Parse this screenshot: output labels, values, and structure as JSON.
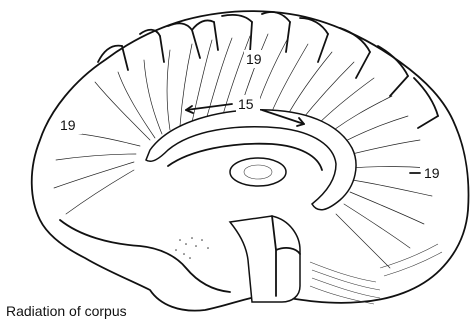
{
  "figure": {
    "labels": [
      {
        "id": "label-19-top",
        "text": "19"
      },
      {
        "id": "label-15",
        "text": "15"
      },
      {
        "id": "label-19-left",
        "text": "19"
      },
      {
        "id": "label-19-right",
        "text": "19"
      }
    ],
    "caption": "Radiation of corpus"
  }
}
